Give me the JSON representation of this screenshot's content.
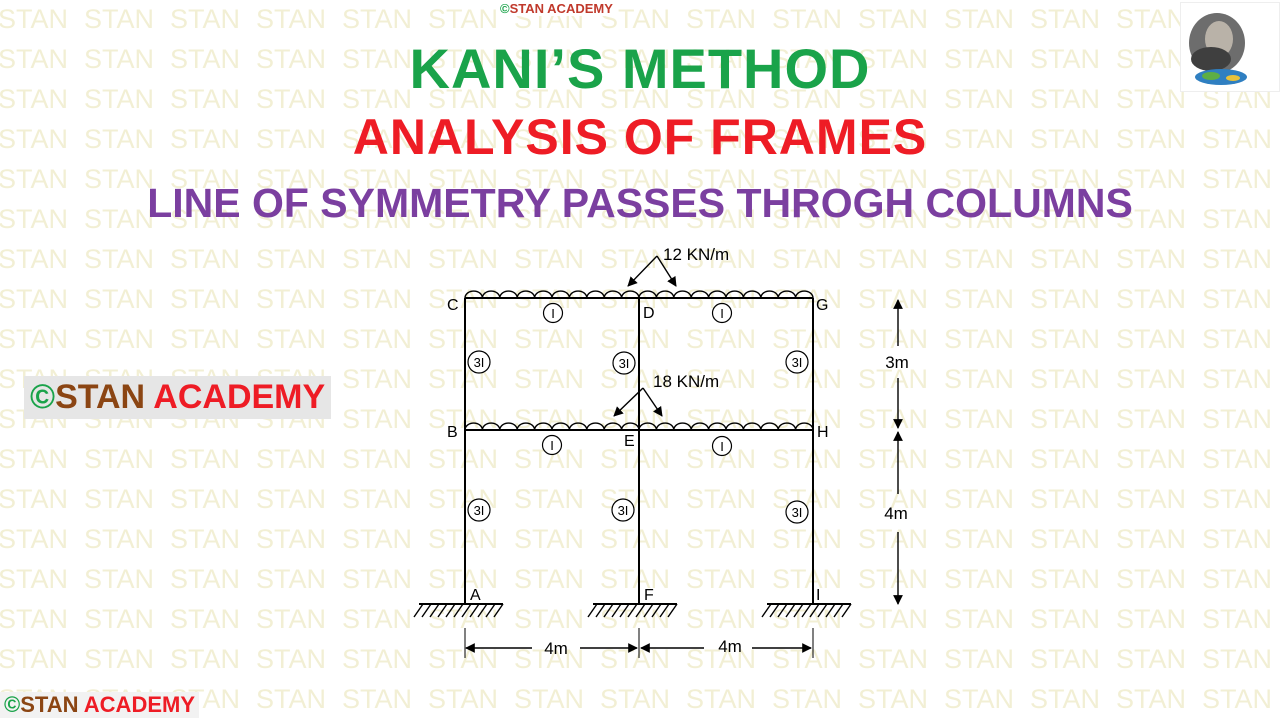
{
  "watermark": {
    "text": "STAN"
  },
  "header": {
    "badge": {
      "mark": "©",
      "word1": "STAN",
      "word2": "ACADEMY"
    },
    "title": "KANI’S  METHOD",
    "subtitle": "ANALYSIS  OF  FRAMES",
    "topic": "LINE  OF  SYMMETRY  PASSES THROGH  COLUMNS"
  },
  "side_badge": {
    "mark": "©",
    "word1": "STAN",
    "word2": "ACADEMY"
  },
  "footer_badge": {
    "mark": "©",
    "word1": "STAN",
    "word2": "ACADEMY"
  },
  "diagram": {
    "joints": {
      "C": "C",
      "D": "D",
      "G": "G",
      "B": "B",
      "E": "E",
      "H": "H",
      "A": "A",
      "F": "F",
      "I": "I"
    },
    "loads": {
      "top_beam": "12 KN/m",
      "middle_beam": "18 KN/m"
    },
    "stiffness": {
      "beam": "I",
      "column": "3I"
    },
    "dimensions": {
      "upper_storey": "3m",
      "lower_storey": "4m",
      "left_bay": "4m",
      "right_bay": "4m"
    }
  },
  "colors": {
    "title": "#1aa34a",
    "subtitle": "#ee1c25",
    "topic": "#7b3fa0",
    "watermark": "#f2efd4"
  }
}
